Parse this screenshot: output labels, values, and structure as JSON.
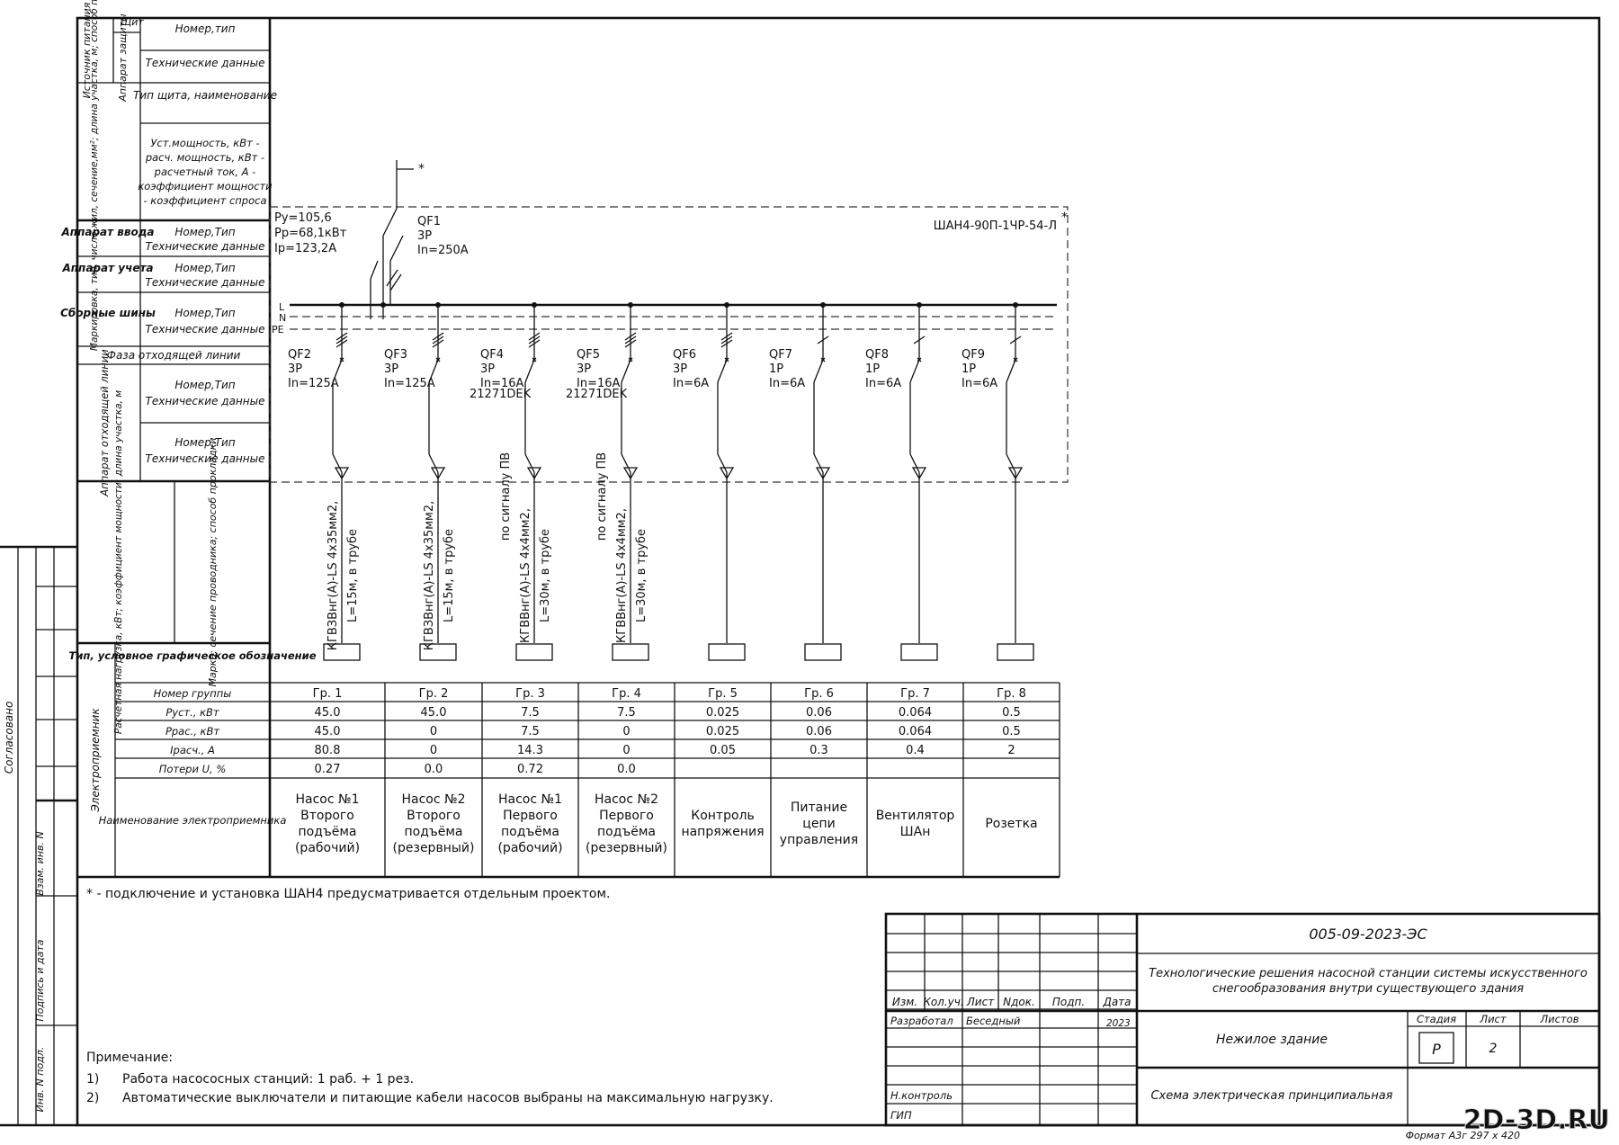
{
  "header_rows": {
    "src_left": "Источник питания",
    "shield": "Щит",
    "protect": "Аппарат защиты",
    "num_type": "Номер,тип",
    "tech": "Технические данные",
    "marking_left": "Маркировка, тип, число жил, сечение,мм²; длина участка, м; способ прокладки",
    "shield_type": "Тип щита, наименование",
    "power_block": [
      "Уст.мощность, кВт -",
      "расч. мощность, кВт -",
      "расчетный ток, А -",
      "коэффициент мощности",
      "- коэффициент спроса"
    ],
    "input_device": "Аппарат ввода",
    "input_num": "Номер,Тип",
    "input_tech": "Технические данные",
    "meter_device": "Аппарат учета",
    "meter_num": "Номер,Тип",
    "meter_tech": "Технические данные",
    "busbars": "Сборные шины",
    "bus_num": "Номер,Тип",
    "bus_tech": "Технические данные",
    "phase": "Фаза отходящей линии",
    "out_device": "Аппарат отходящей линии",
    "out_num1": "Номер,Тип",
    "out_tech1": "Технические данные",
    "out_num2": "Номер,Тип",
    "out_tech2": "Технические данные",
    "calc_load": "Расчетная нагрузка, кВт; коэффициент мощности; длина участка, м",
    "brand": "Марка; сечение проводника; способ прокладки",
    "consumer": "Электроприемник",
    "graphic": "Тип, условное графическое обозначение",
    "group_no": "Номер группы",
    "pust": "Руст., кВт",
    "prac": "Ррас., кВт",
    "irasch": "Iрасч., А",
    "losses": "Потери U, %",
    "name_row": "Наименование электроприемника"
  },
  "panel": {
    "id": "ШАН4-90П-1ЧР-54-Л",
    "star": "*",
    "ru": "Ру=105,6",
    "rp": "Рр=68,1кВт",
    "ip": "Iр=123,2А",
    "qf1": [
      "QF1",
      "3P",
      "In=250A"
    ],
    "bus_labels": [
      "L",
      "N",
      "PE"
    ]
  },
  "breakers": [
    {
      "name": "QF2",
      "poles": "3P",
      "rating": "In=125A",
      "extra": ""
    },
    {
      "name": "QF3",
      "poles": "3P",
      "rating": "In=125A",
      "extra": ""
    },
    {
      "name": "QF4",
      "poles": "3P",
      "rating": "In=16A",
      "extra": "21271DEK"
    },
    {
      "name": "QF5",
      "poles": "3P",
      "rating": "In=16A",
      "extra": "21271DEK"
    },
    {
      "name": "QF6",
      "poles": "3P",
      "rating": "In=6A",
      "extra": ""
    },
    {
      "name": "QF7",
      "poles": "1P",
      "rating": "In=6A",
      "extra": ""
    },
    {
      "name": "QF8",
      "poles": "1P",
      "rating": "In=6A",
      "extra": ""
    },
    {
      "name": "QF9",
      "poles": "1P",
      "rating": "In=6A",
      "extra": ""
    }
  ],
  "signal_label": "по сигналу ПВ",
  "cables": [
    [
      "КГВЗВнг(А)-LS 4х35мм2,",
      "L=15м, в трубе"
    ],
    [
      "КГВЗВнг(А)-LS 4х35мм2,",
      "L=15м, в трубе"
    ],
    [
      "КГВВнг(А)-LS 4х4мм2,",
      "L=30м, в трубе"
    ],
    [
      "КГВВнг(А)-LS 4х4мм2,",
      "L=30м, в трубе"
    ]
  ],
  "groups": [
    {
      "no": "Гр. 1",
      "pust": "45.0",
      "prac": "45.0",
      "i": "80.8",
      "du": "0.27",
      "name": [
        "Насос №1",
        "Второго",
        "подъёма",
        "(рабочий)"
      ]
    },
    {
      "no": "Гр. 2",
      "pust": "45.0",
      "prac": "0",
      "i": "0",
      "du": "0.0",
      "name": [
        "Насос №2",
        "Второго",
        "подъёма",
        "(резервный)"
      ]
    },
    {
      "no": "Гр. 3",
      "pust": "7.5",
      "prac": "7.5",
      "i": "14.3",
      "du": "0.72",
      "name": [
        "Насос №1",
        "Первого",
        "подъёма",
        "(рабочий)"
      ]
    },
    {
      "no": "Гр. 4",
      "pust": "7.5",
      "prac": "0",
      "i": "0",
      "du": "0.0",
      "name": [
        "Насос №2",
        "Первого",
        "подъёма",
        "(резервный)"
      ]
    },
    {
      "no": "Гр. 5",
      "pust": "0.025",
      "prac": "0.025",
      "i": "0.05",
      "du": "",
      "name": [
        "Контроль",
        "напряжения"
      ]
    },
    {
      "no": "Гр. 6",
      "pust": "0.06",
      "prac": "0.06",
      "i": "0.3",
      "du": "",
      "name": [
        "Питание",
        "цепи",
        "управления"
      ]
    },
    {
      "no": "Гр. 7",
      "pust": "0.064",
      "prac": "0.064",
      "i": "0.4",
      "du": "",
      "name": [
        "Вентилятор",
        "ШАн"
      ]
    },
    {
      "no": "Гр. 8",
      "pust": "0.5",
      "prac": "0.5",
      "i": "2",
      "du": "",
      "name": [
        "Розетка"
      ]
    }
  ],
  "footnote": "* - подключение и установка ШАН4 предусматривается отдельным проектом.",
  "notes": {
    "title": "Примечание:",
    "items": [
      {
        "n": "1)",
        "text": "Работа насососных станций: 1 раб. + 1 рез."
      },
      {
        "n": "2)",
        "text": "Автоматические выключатели и питающие кабели насосов выбраны на максимальную нагрузку."
      }
    ]
  },
  "side_stamp": {
    "agreed": "Согласовано",
    "inv_replace": "Взам. инв. N",
    "sign_date": "Подпись и дата",
    "inv_orig": "Инв. N подл."
  },
  "title_block": {
    "code": "005-09-2023-ЭС",
    "project": [
      "Технологические решения насосной станции системы искусственного",
      "снегообразования внутри существующего здания"
    ],
    "building": "Нежилое здание",
    "sheet_name": "Схема электрическая принципиальная",
    "cols": [
      "Изм.",
      "Кол.уч.",
      "Лист",
      "Nдок.",
      "Подп.",
      "Дата"
    ],
    "developed": "Разработал",
    "developer": "Беседный",
    "year": "2023",
    "norm": "Н.контроль",
    "gip": "ГИП",
    "stage_label": "Стадия",
    "sheet_label": "Лист",
    "sheets_label": "Листов",
    "stage": "Р",
    "sheet": "2",
    "sheets": ""
  },
  "format": "Формат А3г 297 х 420",
  "watermark": "2D-3D.RU"
}
